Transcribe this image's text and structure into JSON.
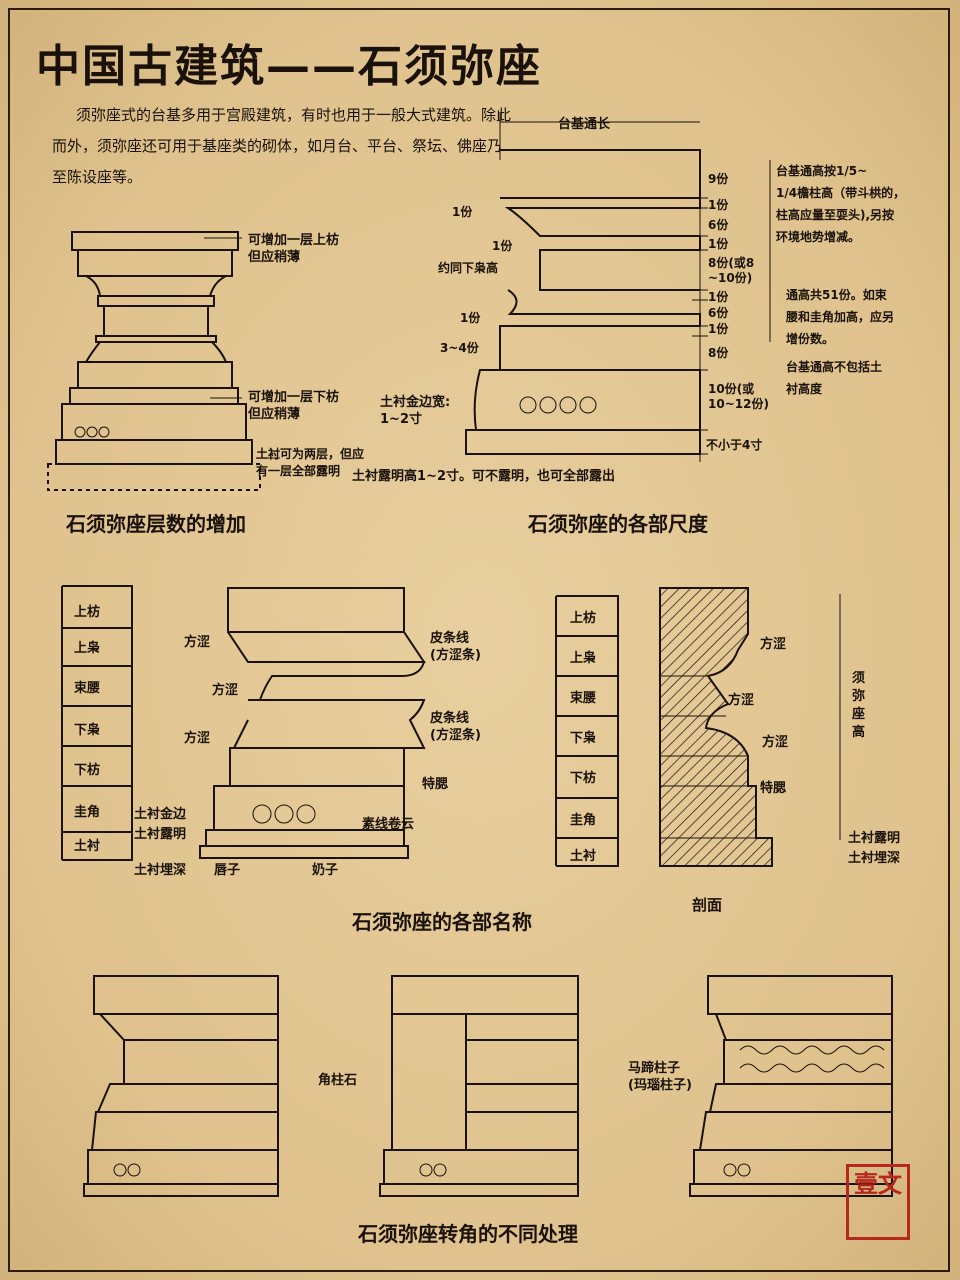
{
  "title": "中国古建筑——石须弥座",
  "intro": "须弥座式的台基多用于宫殿建筑，有时也用于一般大式建筑。除此而外，须弥座还可用于基座类的砌体，如月台、平台、祭坛、佛座乃至陈设座等。",
  "fig1": {
    "caption": "石须弥座层数的增加",
    "labels": {
      "upper": "可增加一层上枋\n但应稍薄",
      "lower": "可增加一层下枋\n但应稍薄",
      "tuchen": "土衬可为两层，但应\n有一层全部露明"
    }
  },
  "fig2": {
    "caption": "石须弥座的各部尺度",
    "total_length": "台基通长",
    "parts": [
      "9份",
      "1份",
      "6份",
      "1份",
      "8份(或8\n~10份)",
      "1份",
      "6份",
      "1份",
      "8份",
      "10份(或\n10~12份)",
      "不小于4寸"
    ],
    "left_marks": [
      "1份",
      "1份",
      "约同下枭高",
      "1份",
      "3~4份"
    ],
    "tuchen_edge": "土衬金边宽:\n1~2寸",
    "tuchen_note": "土衬露明高1~2寸。可不露明，也可全部露出",
    "notes": [
      "台基通高按1/5~\n1/4檐柱高（带斗栱的，\n柱高应量至耍头),另按\n环境地势增减。",
      "通高共51份。如束\n腰和圭角加高，应另\n增份数。",
      "台基通高不包括土\n衬高度"
    ]
  },
  "fig3": {
    "caption": "石须弥座的各部名称",
    "layers": [
      "上枋",
      "上枭",
      "束腰",
      "下枭",
      "下枋",
      "圭角",
      "土衬"
    ],
    "labels": {
      "fangse1": "方涩",
      "fangse2": "方涩",
      "fangse3": "方涩",
      "piaotiao1": "皮条线\n(方涩条)",
      "piaotiao2": "皮条线\n(方涩条)",
      "tesai": "特腮",
      "tuchen_jinbian": "土衬金边",
      "tuchen_luming": "土衬露明",
      "tuchen_maishen": "土衬埋深",
      "juanyun": "素线卷云",
      "chunzi": "唇子",
      "naizi": "奶子"
    }
  },
  "fig4": {
    "caption": "剖面",
    "layers": [
      "上枋",
      "上枭",
      "束腰",
      "下枭",
      "下枋",
      "圭角",
      "土衬"
    ],
    "labels": {
      "fangse1": "方涩",
      "fangse2": "方涩",
      "fangse3": "方涩",
      "tesai": "特腮",
      "luming": "土衬露明",
      "maishen": "土衬埋深",
      "vertical": "须弥座高"
    }
  },
  "fig5": {
    "caption": "石须弥座转角的不同处理",
    "labels": {
      "jiaozhu": "角柱石",
      "madi": "马蹄柱子\n(玛瑙柱子)"
    }
  },
  "seal": "壹文"
}
